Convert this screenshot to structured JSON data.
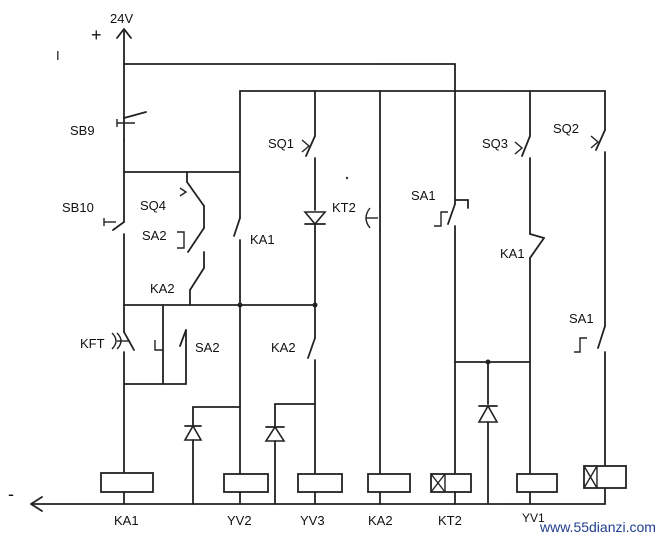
{
  "supply": {
    "voltage": "24V",
    "plus": "+",
    "minus": "-",
    "mark": "I"
  },
  "contacts": {
    "sb9": "SB9",
    "sb10": "SB10",
    "sq4": "SQ4",
    "sa2_top": "SA2",
    "ka2_left": "KA2",
    "kft": "KFT",
    "sa2_bottom": "SA2",
    "ka1_branch": "KA1",
    "sq1": "SQ1",
    "kt2": "KT2",
    "ka2_yv3": "KA2",
    "sa1_ka2": "SA1",
    "sq3": "SQ3",
    "ka1_right": "KA1",
    "sq2": "SQ2",
    "sa1_right": "SA1"
  },
  "coils": [
    "KA1",
    "YV2",
    "YV3",
    "KA2",
    "KT2",
    "YV1"
  ],
  "watermark": "www.55dianzi.com"
}
